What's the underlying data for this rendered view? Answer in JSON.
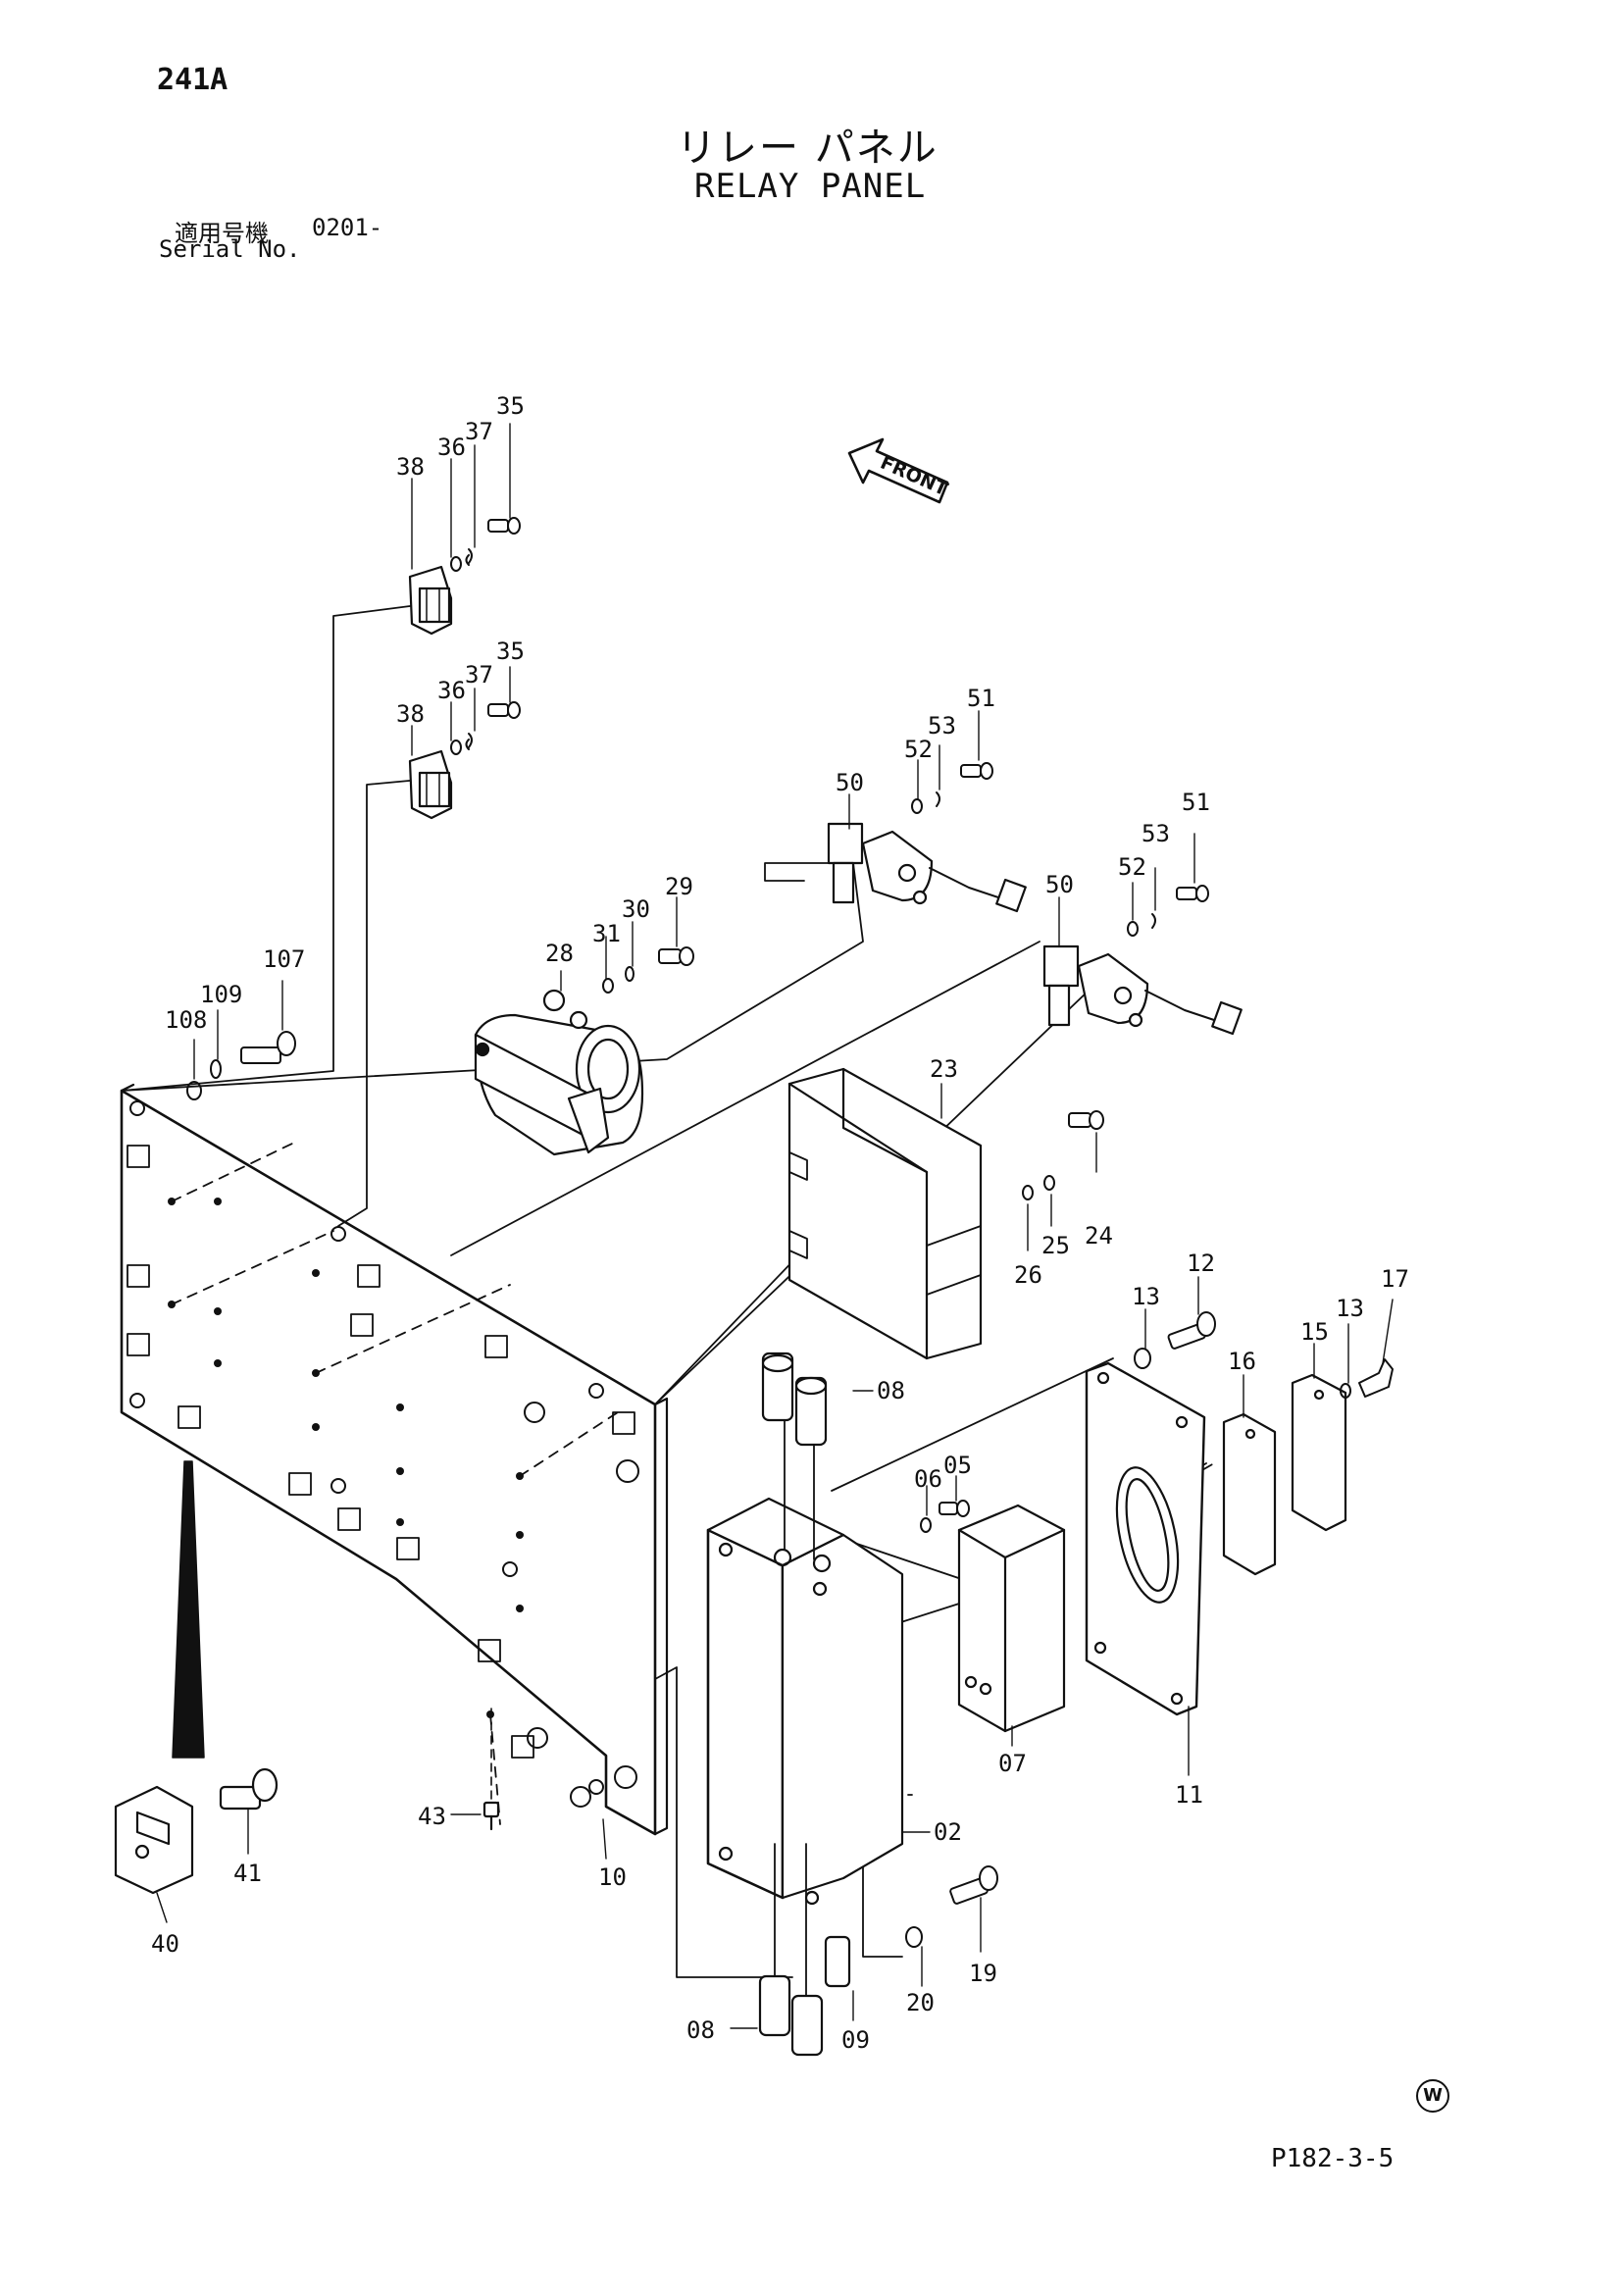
{
  "header": {
    "page_number": "241A",
    "title_jp": "リレー パネル",
    "title_en": "RELAY PANEL",
    "serial_label_jp": "適用号機",
    "serial_value": "0201-",
    "serial_label_en": "Serial No."
  },
  "orientation_label": "FRONT",
  "footer": {
    "figure_code": "P182-3-5",
    "corner_mark": "W"
  },
  "parts": {
    "p02": "02",
    "p05": "05",
    "p06": "06",
    "p07": "07",
    "p08a": "08",
    "p08b": "08",
    "p09": "09",
    "p10": "10",
    "p11": "11",
    "p12": "12",
    "p13a": "13",
    "p13b": "13",
    "p15": "15",
    "p16": "16",
    "p17": "17",
    "p19": "19",
    "p20": "20",
    "p23": "23",
    "p24": "24",
    "p25": "25",
    "p26": "26",
    "p28": "28",
    "p29": "29",
    "p30": "30",
    "p31": "31",
    "p35a": "35",
    "p35b": "35",
    "p36a": "36",
    "p36b": "36",
    "p37a": "37",
    "p37b": "37",
    "p38a": "38",
    "p38b": "38",
    "p40": "40",
    "p41": "41",
    "p43": "43",
    "p50a": "50",
    "p50b": "50",
    "p51a": "51",
    "p51b": "51",
    "p52a": "52",
    "p52b": "52",
    "p53a": "53",
    "p53b": "53",
    "p107": "107",
    "p108": "108",
    "p109": "109"
  }
}
